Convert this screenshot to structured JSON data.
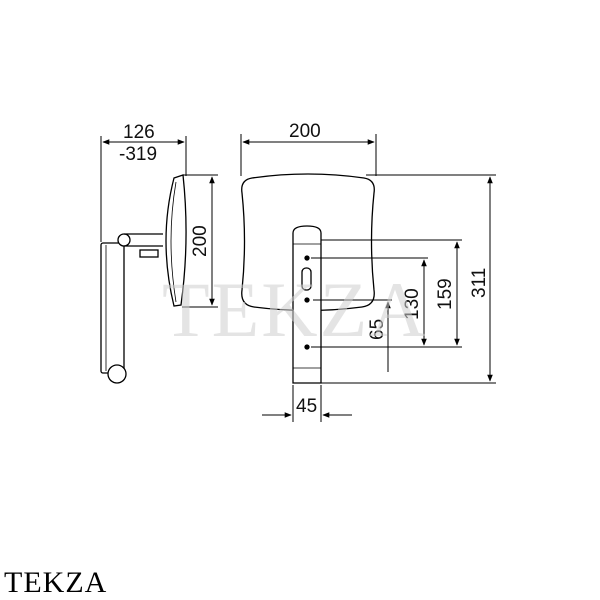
{
  "watermark": "TEKZA",
  "brand": "TEKZA",
  "side_view": {
    "depth_label_top": "126",
    "depth_label_bottom": "-319",
    "mirror_height_label": "200"
  },
  "front_view": {
    "mirror_width_label": "200",
    "plate_width_label": "45",
    "hole_dim_65": "65",
    "hole_dim_130": "130",
    "hole_dim_159": "159",
    "total_height_label": "311"
  },
  "colors": {
    "line": "#000000",
    "watermark": "#cfcfcf"
  }
}
